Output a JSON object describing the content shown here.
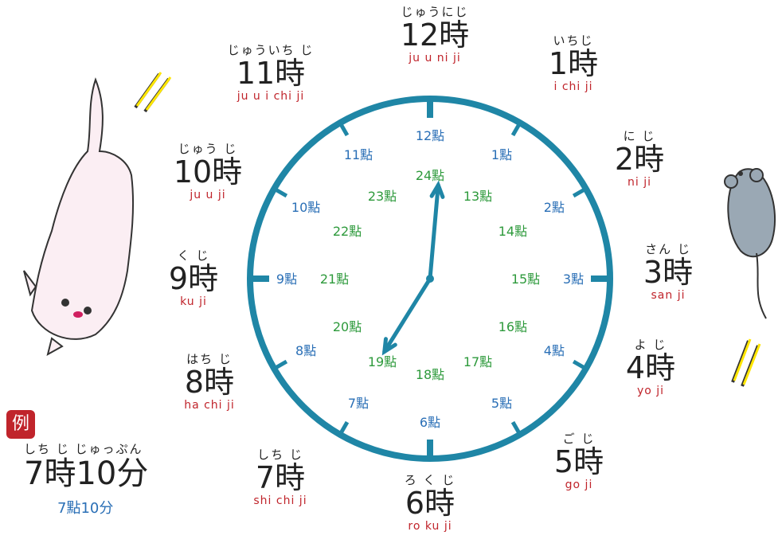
{
  "hours": [
    {
      "id": "h12",
      "furigana": "じゅうにじ",
      "label": "12時",
      "romaji": "ju u ni ji"
    },
    {
      "id": "h1",
      "furigana": "いちじ",
      "label": "1時",
      "romaji": "i chi ji"
    },
    {
      "id": "h2",
      "furigana": "に じ",
      "label": "2時",
      "romaji": "ni ji"
    },
    {
      "id": "h3",
      "furigana": "さん じ",
      "label": "3時",
      "romaji": "san ji"
    },
    {
      "id": "h4",
      "furigana": "よ じ",
      "label": "4時",
      "romaji": "yo ji"
    },
    {
      "id": "h5",
      "furigana": "ご じ",
      "label": "5時",
      "romaji": "go ji"
    },
    {
      "id": "h6",
      "furigana": "ろ く じ",
      "label": "6時",
      "romaji": "ro ku ji"
    },
    {
      "id": "h7",
      "furigana": "しち じ",
      "label": "7時",
      "romaji": "shi chi ji"
    },
    {
      "id": "h8",
      "furigana": "はち じ",
      "label": "8時",
      "romaji": "ha chi ji"
    },
    {
      "id": "h9",
      "furigana": "く じ",
      "label": "9時",
      "romaji": "ku ji"
    },
    {
      "id": "h10",
      "furigana": "じゅう じ",
      "label": "10時",
      "romaji": "ju u ji"
    },
    {
      "id": "h11",
      "furigana": "じゅういち じ",
      "label": "11時",
      "romaji": "ju u i chi ji"
    }
  ],
  "clock": {
    "labels12": [
      "12點",
      "1點",
      "2點",
      "3點",
      "4點",
      "5點",
      "6點",
      "7點",
      "8點",
      "9點",
      "10點",
      "11點"
    ],
    "labels24": [
      "24點",
      "13點",
      "14點",
      "15點",
      "16點",
      "17點",
      "18點",
      "19點",
      "20點",
      "21點",
      "22點",
      "23點"
    ],
    "face_color": "#1f86a6",
    "hour_hand_time": "7:00",
    "minute_hand_time": "12"
  },
  "example": {
    "badge": "例",
    "furigana": "しち じ  じゅっぷん",
    "label": "7時10分",
    "chinese": "7點10分"
  },
  "colors": {
    "furigana": "#222222",
    "romaji": "#c0242b",
    "hour12": "#2a6fb6",
    "hour24": "#2e9a3c"
  }
}
